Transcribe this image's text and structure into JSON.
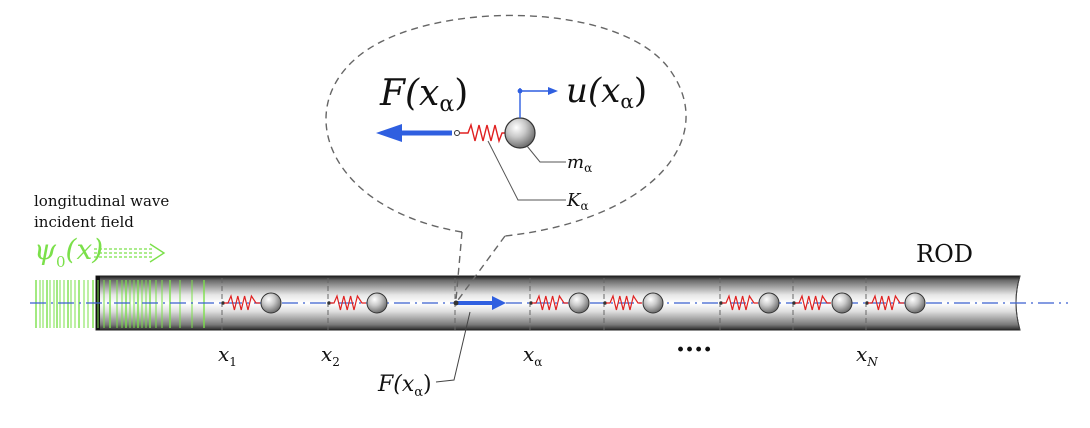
{
  "colors": {
    "spring": "#e02020",
    "arrow": "#2f5fe0",
    "wave": "#7be04a",
    "axis": "#3a5fd0",
    "rod_dark": "#2a2a2a",
    "rod_light": "#f4f4f4",
    "callout": "#555555"
  },
  "labels": {
    "rod": "ROD",
    "wave_line1": "longitudinal wave",
    "wave_line2": "incident field",
    "psi_symbol": "ψ",
    "psi_sub": "0",
    "psi_arg": "(x)",
    "force_big": "F(x",
    "force_big_sub": "α",
    "force_big_close": ")",
    "disp": "u(x",
    "disp_sub": "α",
    "disp_close": ")",
    "mass": "m",
    "mass_sub": "α",
    "stiff": "K",
    "stiff_sub": "α",
    "force_small": "F(x",
    "force_small_sub": "α",
    "force_small_close": ")",
    "x1": "x",
    "x1_sub": "1",
    "x2": "x",
    "x2_sub": "2",
    "xa": "x",
    "xa_sub": "α",
    "ellipsis": "····",
    "xn": "x",
    "xn_sub": "N"
  },
  "icons": {
    "resonator": "mass-spring-resonator-icon",
    "force_arrow": "arrow-left-icon",
    "disp_arrow": "arrow-right-icon",
    "incident_arrow": "dashed-arrow-right-icon"
  }
}
